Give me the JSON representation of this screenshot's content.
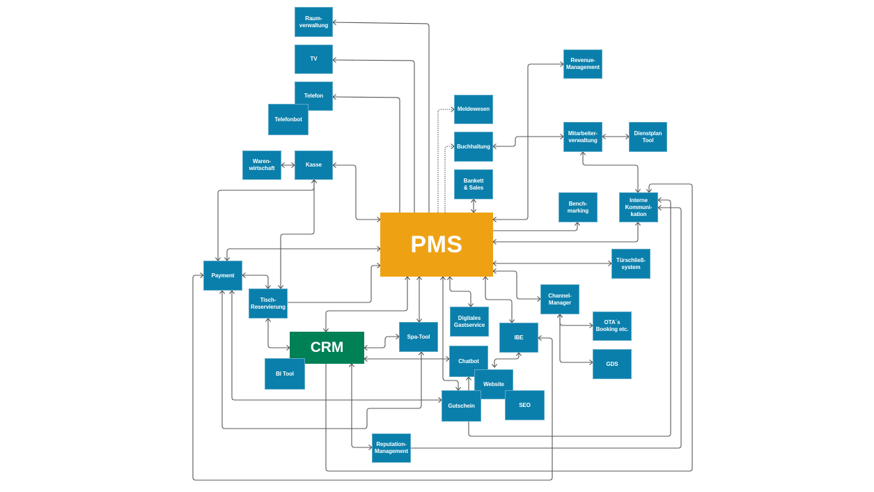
{
  "title": "PMS Schnittstellen-Diagramm",
  "colors": {
    "node_default": "#0a7fab",
    "pms": "#eea213",
    "crm": "#008055",
    "text": "#ffffff",
    "edge": "#555555"
  },
  "nodes": [
    {
      "id": "raumverwaltung",
      "label": "Raum-\nverwaltung",
      "kind": "default"
    },
    {
      "id": "tv",
      "label": "TV",
      "kind": "default"
    },
    {
      "id": "telefon",
      "label": "Telefon",
      "kind": "default"
    },
    {
      "id": "telefonbot",
      "label": "Telefonbot",
      "kind": "default"
    },
    {
      "id": "warenwirtschaft",
      "label": "Waren-\nwirtschaft",
      "kind": "default"
    },
    {
      "id": "kasse",
      "label": "Kasse",
      "kind": "default"
    },
    {
      "id": "meldewesen",
      "label": "Meldewesen",
      "kind": "default"
    },
    {
      "id": "buchhaltung",
      "label": "Buchhaltung",
      "kind": "default"
    },
    {
      "id": "bankett",
      "label": "Bankett\n& Sales",
      "kind": "default"
    },
    {
      "id": "revenue",
      "label": "Revenue-\nManagement",
      "kind": "default"
    },
    {
      "id": "mitarbeiter",
      "label": "Mitarbeiter-\nverwaltung",
      "kind": "default"
    },
    {
      "id": "dienstplan",
      "label": "Dienstplan\nTool",
      "kind": "default"
    },
    {
      "id": "benchmarking",
      "label": "Bench-\nmarking",
      "kind": "default"
    },
    {
      "id": "interne",
      "label": "Interne\nKommuni-\nkation",
      "kind": "default"
    },
    {
      "id": "pms",
      "label": "PMS",
      "kind": "pms"
    },
    {
      "id": "tuerschliess",
      "label": "Türschließ-\nsystem",
      "kind": "default"
    },
    {
      "id": "payment",
      "label": "Payment",
      "kind": "default"
    },
    {
      "id": "tisch",
      "label": "Tisch-\nReservierung",
      "kind": "default"
    },
    {
      "id": "channel",
      "label": "Channel-\nManager",
      "kind": "default"
    },
    {
      "id": "crm",
      "label": "CRM",
      "kind": "crm"
    },
    {
      "id": "bitool",
      "label": "BI Tool",
      "kind": "default"
    },
    {
      "id": "spa",
      "label": "Spa-Tool",
      "kind": "default"
    },
    {
      "id": "digitales",
      "label": "Digitales\nGastservice",
      "kind": "default"
    },
    {
      "id": "ibe",
      "label": "IBE",
      "kind": "default"
    },
    {
      "id": "ota",
      "label": "OTA´s\nBooking etc.",
      "kind": "default"
    },
    {
      "id": "gds",
      "label": "GDS",
      "kind": "default"
    },
    {
      "id": "chatbot",
      "label": "Chatbot",
      "kind": "default"
    },
    {
      "id": "website",
      "label": "Website",
      "kind": "default"
    },
    {
      "id": "seo",
      "label": "SEO",
      "kind": "default"
    },
    {
      "id": "gutschein",
      "label": "Gutschein",
      "kind": "default"
    },
    {
      "id": "reputation",
      "label": "Reputation-\nManagement",
      "kind": "default"
    }
  ],
  "edges": [
    {
      "from": "pms",
      "to": "raumverwaltung",
      "direction": "to",
      "style": "solid"
    },
    {
      "from": "pms",
      "to": "tv",
      "direction": "to",
      "style": "solid"
    },
    {
      "from": "pms",
      "to": "telefon",
      "direction": "to",
      "style": "solid"
    },
    {
      "from": "warenwirtschaft",
      "to": "kasse",
      "direction": "both",
      "style": "solid"
    },
    {
      "from": "kasse",
      "to": "pms",
      "direction": "both",
      "style": "solid"
    },
    {
      "from": "pms",
      "to": "meldewesen",
      "direction": "to",
      "style": "dotted"
    },
    {
      "from": "pms",
      "to": "buchhaltung",
      "direction": "to",
      "style": "dotted"
    },
    {
      "from": "bankett",
      "to": "pms",
      "direction": "both",
      "style": "solid"
    },
    {
      "from": "pms",
      "to": "revenue",
      "direction": "both",
      "style": "solid"
    },
    {
      "from": "buchhaltung",
      "to": "mitarbeiter",
      "direction": "both",
      "style": "solid"
    },
    {
      "from": "mitarbeiter",
      "to": "dienstplan",
      "direction": "both",
      "style": "solid"
    },
    {
      "from": "mitarbeiter",
      "to": "interne",
      "direction": "both",
      "style": "solid"
    },
    {
      "from": "pms",
      "to": "benchmarking",
      "direction": "to",
      "style": "solid"
    },
    {
      "from": "interne",
      "to": "pms",
      "direction": "both",
      "style": "solid"
    },
    {
      "from": "pms",
      "to": "tuerschliess",
      "direction": "both",
      "style": "solid"
    },
    {
      "from": "pms",
      "to": "channel",
      "direction": "both",
      "style": "solid"
    },
    {
      "from": "pms",
      "to": "payment",
      "direction": "both",
      "style": "solid"
    },
    {
      "from": "kasse",
      "to": "payment",
      "direction": "both",
      "style": "solid"
    },
    {
      "from": "kasse",
      "to": "tisch",
      "direction": "both",
      "style": "solid"
    },
    {
      "from": "payment",
      "to": "tisch",
      "direction": "both",
      "style": "solid"
    },
    {
      "from": "tisch",
      "to": "pms",
      "direction": "to",
      "style": "solid"
    },
    {
      "from": "tisch",
      "to": "crm",
      "direction": "both",
      "style": "solid"
    },
    {
      "from": "pms",
      "to": "crm",
      "direction": "both",
      "style": "solid"
    },
    {
      "from": "crm",
      "to": "spa",
      "direction": "both",
      "style": "solid"
    },
    {
      "from": "crm",
      "to": "chatbot",
      "direction": "both",
      "style": "solid"
    },
    {
      "from": "pms",
      "to": "spa",
      "direction": "both",
      "style": "solid"
    },
    {
      "from": "pms",
      "to": "digitales",
      "direction": "both",
      "style": "solid"
    },
    {
      "from": "pms",
      "to": "ibe",
      "direction": "both",
      "style": "solid"
    },
    {
      "from": "pms",
      "to": "gutschein",
      "direction": "both",
      "style": "solid"
    },
    {
      "from": "channel",
      "to": "ota",
      "direction": "both",
      "style": "solid"
    },
    {
      "from": "channel",
      "to": "gds",
      "direction": "both",
      "style": "solid"
    },
    {
      "from": "ibe",
      "to": "chatbot",
      "direction": "both",
      "style": "solid"
    },
    {
      "from": "payment",
      "to": "gutschein",
      "direction": "both",
      "style": "solid"
    },
    {
      "from": "payment",
      "to": "spa",
      "direction": "both",
      "style": "solid"
    },
    {
      "from": "payment",
      "to": "ibe",
      "direction": "both",
      "style": "solid"
    },
    {
      "from": "crm",
      "to": "reputation",
      "direction": "both",
      "style": "solid"
    },
    {
      "from": "reputation",
      "to": "interne",
      "direction": "to",
      "style": "solid"
    },
    {
      "from": "chatbot",
      "to": "interne",
      "direction": "both",
      "style": "solid"
    },
    {
      "from": "crm",
      "to": "interne",
      "direction": "to",
      "style": "solid"
    }
  ]
}
